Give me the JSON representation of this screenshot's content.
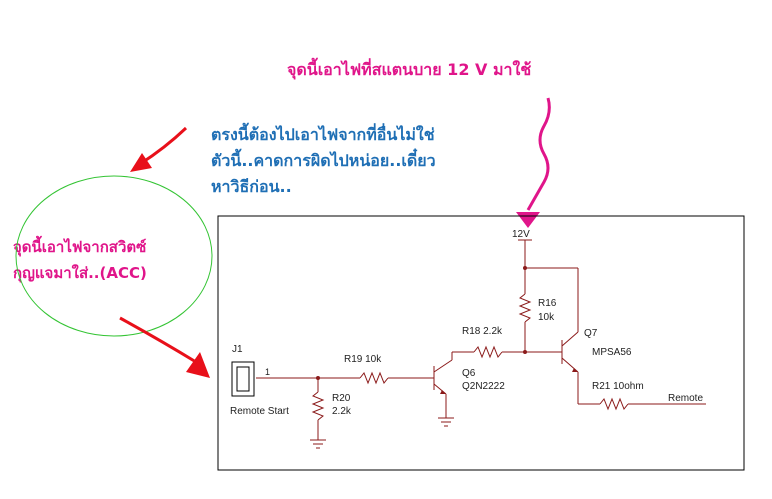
{
  "annotations": {
    "top_note": "จุดนี้เอาไฟที่สแตนบาย 12 V มาใช้",
    "middle_note_line1": "ตรงนี้ต้องไปเอาไฟจากที่อื่นไม่ใช่",
    "middle_note_line2": "ตัวนี้..คาดการผิดไปหน่อย..เดี๋ยว",
    "middle_note_line3": "หาวิธีก่อน..",
    "left_note_line1": "จุดนี้เอาไฟจากสวิตซ์",
    "left_note_line2": "กุญแจมาใส่..(ACC)"
  },
  "schematic": {
    "supply_label": "12V",
    "connector_label": "J1",
    "connector_pin": "1",
    "connector_name": "Remote Start",
    "r20_label": "R20",
    "r20_value": "2.2k",
    "r19_label": "R19 10k",
    "r18_label": "R18 2.2k",
    "r16_label": "R16",
    "r16_value": "10k",
    "q6_label": "Q6",
    "q6_part": "Q2N2222",
    "q7_label": "Q7",
    "q7_part": "MPSA56",
    "r21_label": "R21  10ohm",
    "output_label": "Remote"
  },
  "colors": {
    "pink": "#e0158a",
    "blue": "#1f6fb5",
    "red_arrow": "#e8101a",
    "green_ellipse": "#34c434",
    "wire": "#8b1a1a"
  }
}
